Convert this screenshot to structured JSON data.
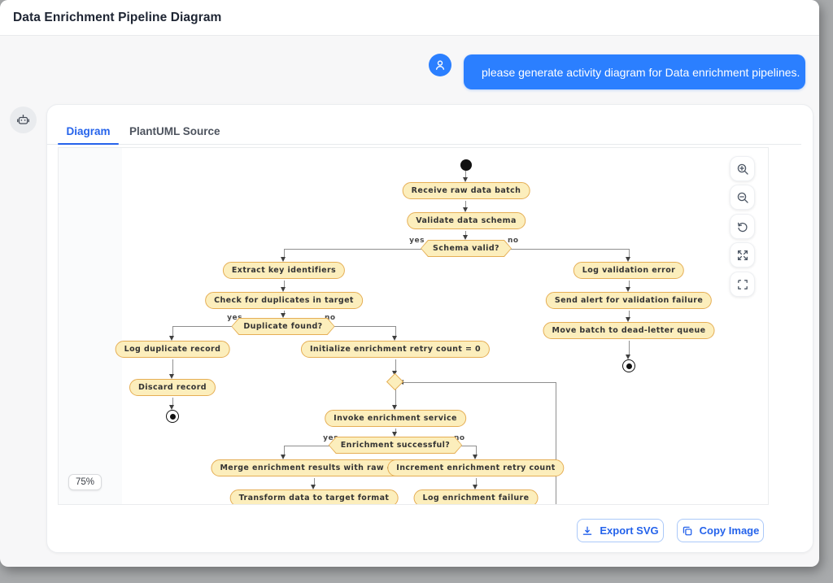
{
  "header": {
    "title": "Data Enrichment Pipeline Diagram"
  },
  "chat": {
    "user_message": "please generate activity diagram for Data enrichment pipelines.",
    "user_avatar_icon": "user-icon",
    "assistant_avatar_icon": "robot-icon"
  },
  "panel": {
    "tabs": [
      {
        "label": "Diagram",
        "active": true
      },
      {
        "label": "PlantUML Source",
        "active": false
      }
    ],
    "zoom_badge": "75%",
    "tools": [
      "zoom-in",
      "zoom-out",
      "reset-view",
      "expand",
      "fit-to-screen"
    ],
    "footer": {
      "export_svg": "Export SVG",
      "copy_image": "Copy Image"
    }
  },
  "diagram": {
    "type": "activity",
    "labels": {
      "yes": "yes",
      "no": "no"
    },
    "nodes": {
      "receive": "Receive raw data batch",
      "validate": "Validate data schema",
      "schema_valid": "Schema valid?",
      "extract": "Extract key identifiers",
      "check_duplicates": "Check for duplicates in target",
      "duplicate_found": "Duplicate found?",
      "log_duplicate": "Log duplicate record",
      "discard": "Discard record",
      "init_retry": "Initialize enrichment retry count = 0",
      "invoke": "Invoke enrichment service",
      "enrichment_successful": "Enrichment successful?",
      "merge_results": "Merge enrichment results with raw data",
      "transform": "Transform data to target format",
      "increment_retry": "Increment enrichment retry count",
      "log_enrichment_failure": "Log enrichment failure",
      "log_validation_error": "Log validation error",
      "send_alert": "Send alert for validation failure",
      "move_batch": "Move batch to dead-letter queue"
    },
    "colors": {
      "node_fill": "#fceebc",
      "node_border": "#e5ae55",
      "edge": "#8f8f8f"
    }
  },
  "colors": {
    "accent_blue": "#2b7fff",
    "tab_active": "#2563eb"
  }
}
